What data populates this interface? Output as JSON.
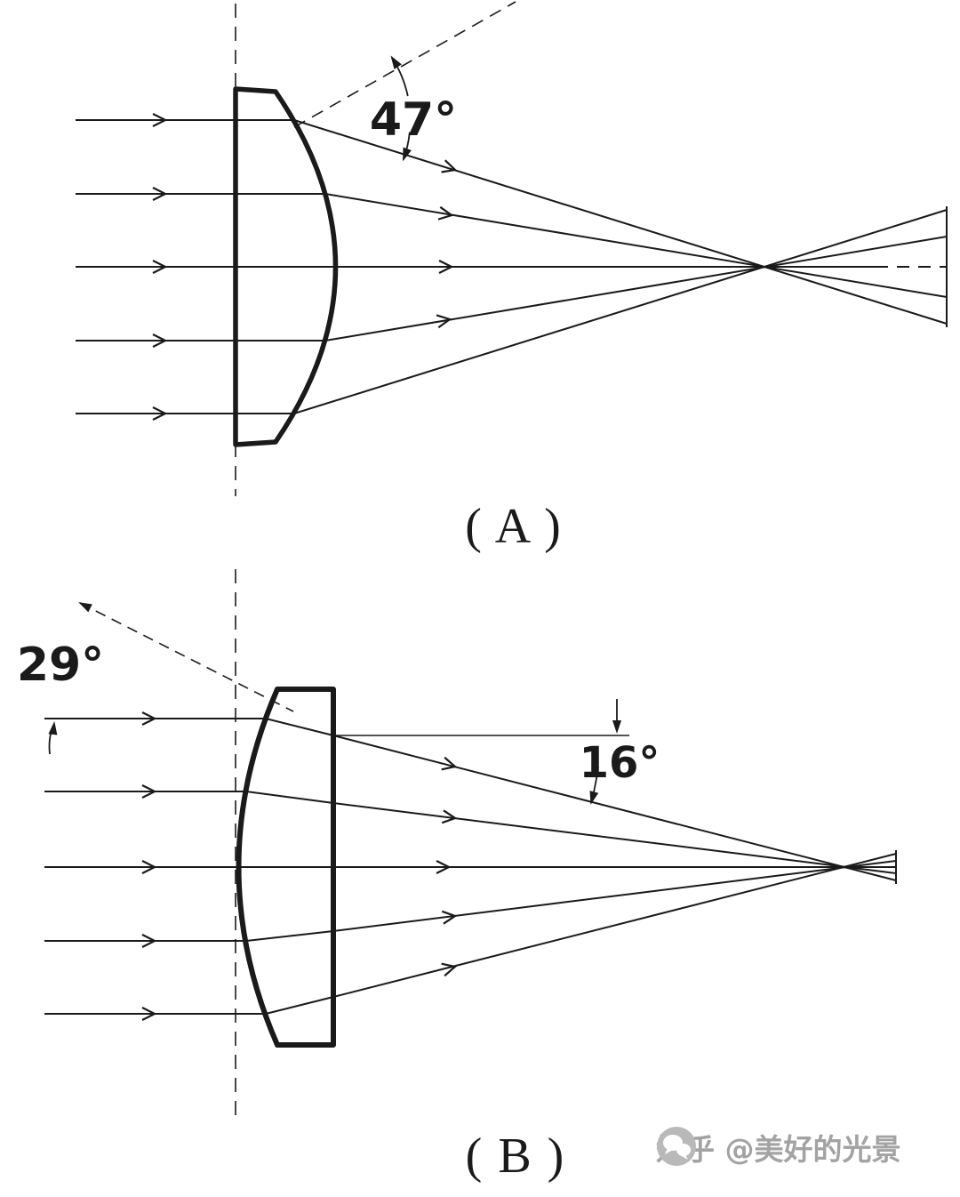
{
  "figure": {
    "diagram_a": {
      "angle_label": "47°",
      "caption": "( A )"
    },
    "diagram_b": {
      "incident_angle_label": "29°",
      "exit_angle_label": "16°",
      "caption": "( B )"
    },
    "watermark": {
      "text": "知乎 @美好的光景"
    },
    "colors": {
      "ink": "#1a1a1a",
      "watermark_gray": "#a3a3a3"
    }
  }
}
